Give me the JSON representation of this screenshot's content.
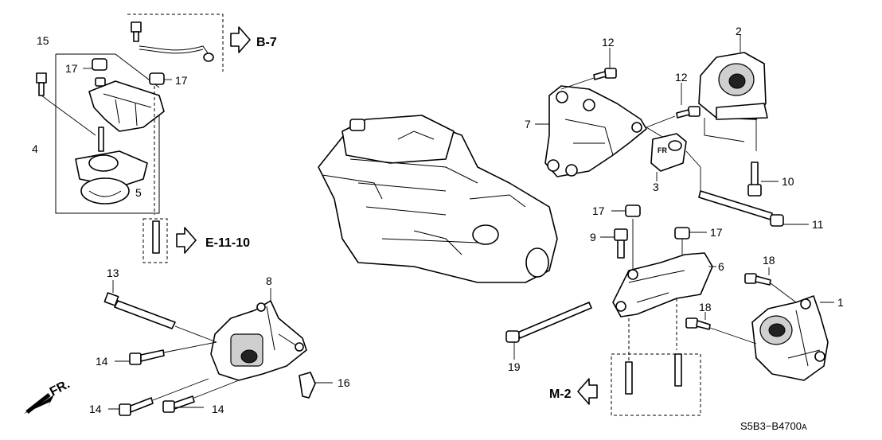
{
  "diagram": {
    "title_code": "S5B3−B4700",
    "title_suffix": "A",
    "front_marker": "FR.",
    "front_tag": "FR",
    "references": [
      {
        "id": "b7",
        "text": "B-7"
      },
      {
        "id": "e1110",
        "text": "E-11-10"
      },
      {
        "id": "m2",
        "text": "M-2"
      }
    ],
    "callouts": {
      "c1": "1",
      "c2": "2",
      "c3": "3",
      "c4": "4",
      "c5": "5",
      "c6": "6",
      "c7": "7",
      "c8": "8",
      "c9": "9",
      "c10": "10",
      "c11": "11",
      "c12a": "12",
      "c12b": "12",
      "c13": "13",
      "c14a": "14",
      "c14b": "14",
      "c14c": "14",
      "c15": "15",
      "c16": "16",
      "c17a": "17",
      "c17b": "17",
      "c17c": "17",
      "c17d": "17",
      "c18a": "18",
      "c18b": "18",
      "c19": "19"
    }
  },
  "colors": {
    "line": "#000000",
    "background": "#ffffff"
  }
}
